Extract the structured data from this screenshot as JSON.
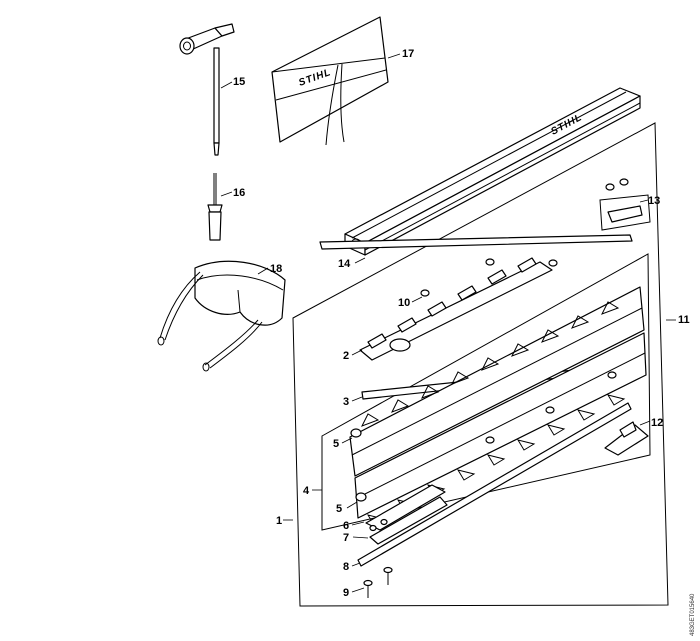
{
  "diagram": {
    "callouts": {
      "c1": "1",
      "c2": "2",
      "c3": "3",
      "c4": "4",
      "c5a": "5",
      "c5b": "5",
      "c6": "6",
      "c7": "7",
      "c8": "8",
      "c9": "9",
      "c10": "10",
      "c11": "11",
      "c12": "12",
      "c13": "13",
      "c14": "14",
      "c15": "15",
      "c16": "16",
      "c17": "17",
      "c18": "18"
    },
    "brand_logo_pouch": "STIHL",
    "brand_logo_guard": "STIHL",
    "reference_code": "483GET015640",
    "line_color": "#000000",
    "background_color": "#ffffff"
  }
}
